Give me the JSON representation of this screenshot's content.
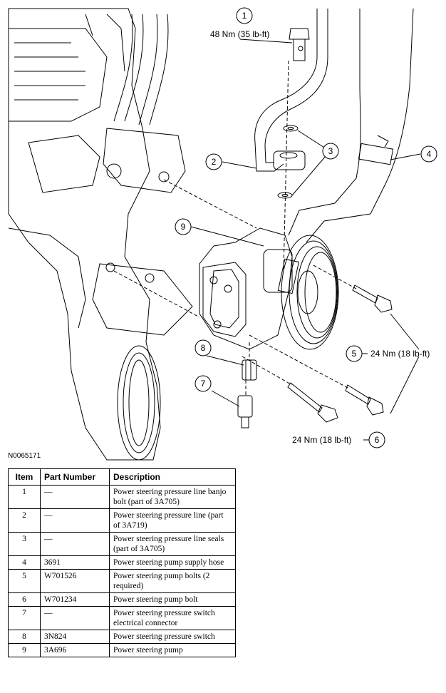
{
  "figure_id": "N0065171",
  "callouts": [
    {
      "num": "1",
      "label": "48 Nm (35 lb-ft)"
    },
    {
      "num": "2",
      "label": ""
    },
    {
      "num": "3",
      "label": ""
    },
    {
      "num": "4",
      "label": ""
    },
    {
      "num": "5",
      "label": "24 Nm (18 lb-ft)"
    },
    {
      "num": "6",
      "label": "24 Nm (18 lb-ft)"
    },
    {
      "num": "7",
      "label": ""
    },
    {
      "num": "8",
      "label": ""
    },
    {
      "num": "9",
      "label": ""
    }
  ],
  "table": {
    "headers": {
      "item": "Item",
      "part": "Part Number",
      "desc": "Description"
    },
    "rows": [
      {
        "item": "1",
        "part": "—",
        "desc": "Power steering pressure line banjo bolt (part of 3A705)"
      },
      {
        "item": "2",
        "part": "—",
        "desc": "Power steering pressure line (part of 3A719)"
      },
      {
        "item": "3",
        "part": "—",
        "desc": "Power steering pressure line seals (part of 3A705)"
      },
      {
        "item": "4",
        "part": "3691",
        "desc": "Power steering pump supply hose"
      },
      {
        "item": "5",
        "part": "W701526",
        "desc": "Power steering pump bolts (2 required)"
      },
      {
        "item": "6",
        "part": "W701234",
        "desc": "Power steering pump bolt"
      },
      {
        "item": "7",
        "part": "—",
        "desc": "Power steering pressure switch electrical connector"
      },
      {
        "item": "8",
        "part": "3N824",
        "desc": "Power steering pressure switch"
      },
      {
        "item": "9",
        "part": "3A696",
        "desc": "Power steering pump"
      }
    ]
  }
}
